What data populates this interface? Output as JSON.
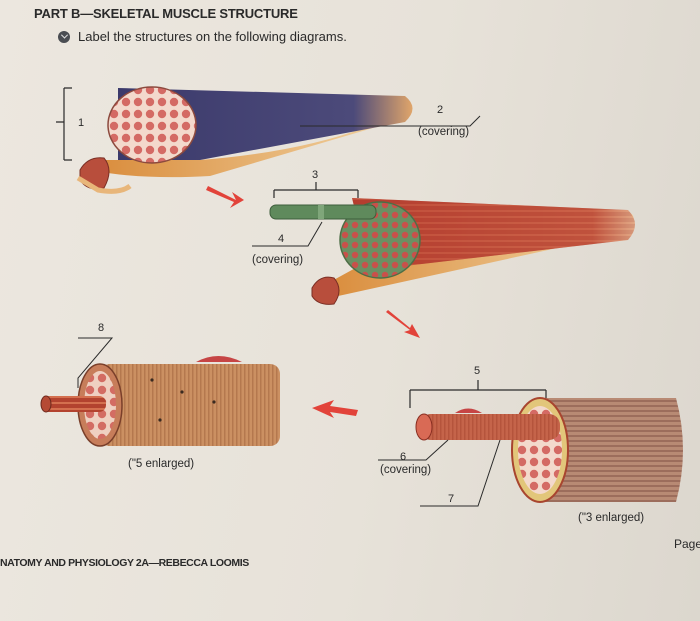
{
  "header": {
    "part_title": "PART B—SKELETAL MUSCLE STRUCTURE",
    "instruction": "Label the structures on the following diagrams."
  },
  "labels": {
    "n1": "1",
    "n2": "2",
    "covering_2": "(covering)",
    "n3": "3",
    "n4": "4",
    "covering_4": "(covering)",
    "n5": "5",
    "n6": "6",
    "covering_6": "(covering)",
    "n7": "7",
    "n8": "8",
    "enlarged_5": "(\"5 enlarged)",
    "enlarged_3": "(\"3 enlarged)"
  },
  "footer": {
    "text": "NATOMY AND PHYSIOLOGY 2A—REBECCA LOOMIS",
    "page_word": "Page"
  },
  "colors": {
    "arrow": "#e2433a",
    "muscle_dark": "#3b3a6b",
    "muscle_red": "#b53a2e",
    "tendon": "#d98b3a",
    "fascicle_green": "#5f8a5c"
  }
}
